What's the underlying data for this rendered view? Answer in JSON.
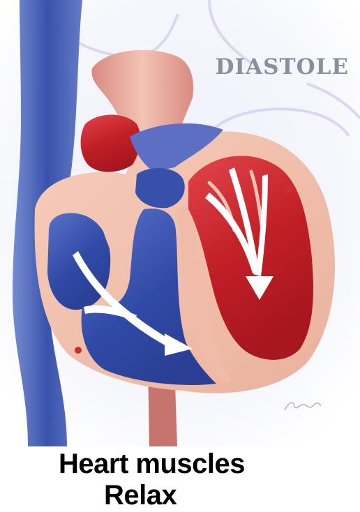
{
  "title": "DIASTOLE",
  "caption": {
    "line1": "Heart muscles",
    "line2": "Relax"
  },
  "colors": {
    "deoxygenated_blood": "#3f56b0",
    "oxygenated_blood": "#c9242b",
    "heart_wall": "#f2c2ae",
    "vessel_outline": "#d9c9ee",
    "title_gray": "#8a8f9e",
    "arrow": "#ffffff"
  },
  "icons": [
    "flow-arrow-right-ventricle",
    "flow-arrow-left-ventricle"
  ]
}
